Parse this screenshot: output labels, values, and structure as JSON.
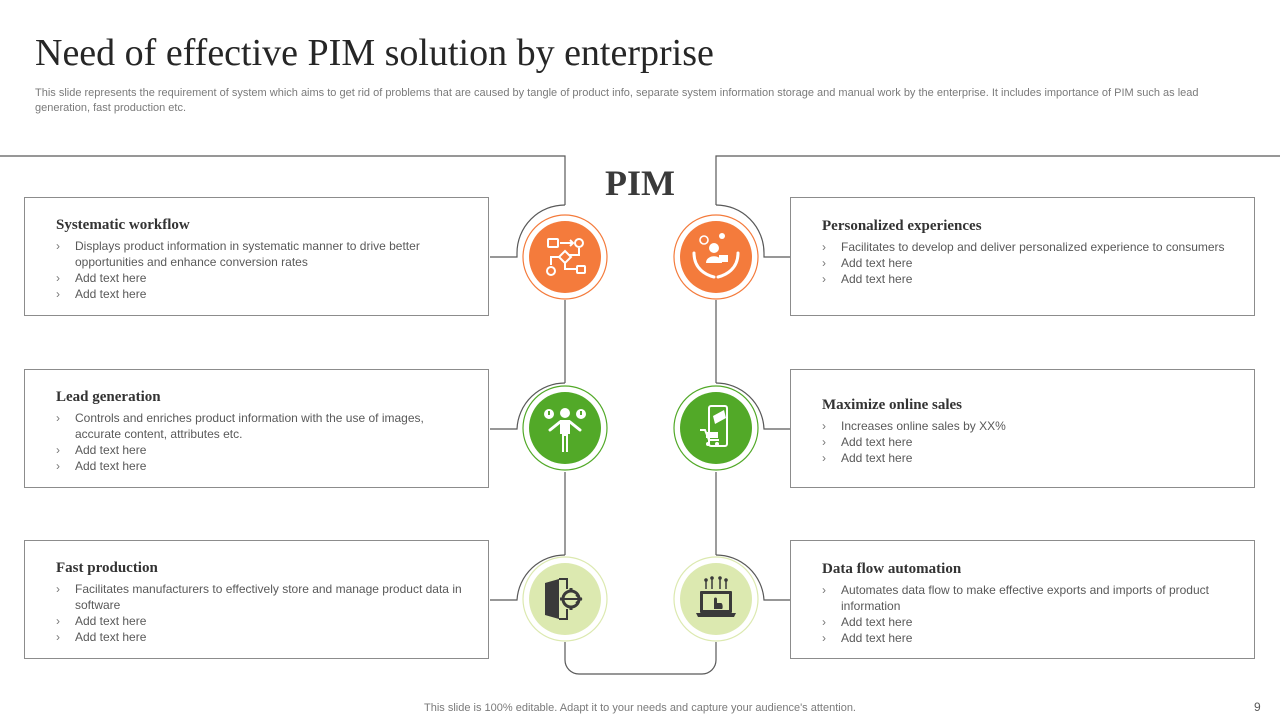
{
  "slide": {
    "title": "Need of effective PIM solution by enterprise",
    "subtitle": "This slide represents the requirement of system which aims to get rid of problems that are caused by tangle of product info, separate system information storage and manual work by the enterprise. It includes importance of PIM such as lead generation, fast production etc.",
    "center_label": "PIM",
    "footer": "This slide is 100% editable. Adapt it to your needs and capture your audience's attention.",
    "page_number": "9"
  },
  "colors": {
    "orange": "#f47b3c",
    "green": "#52a928",
    "light_green": "#dce9b0",
    "line": "#595959",
    "border": "#8c8c8c"
  },
  "left_cards": [
    {
      "title": "Systematic workflow",
      "bullets": [
        "Displays product information in systematic manner to drive better opportunities and enhance conversion rates",
        "Add text here",
        "Add text here"
      ],
      "icon": "workflow-icon"
    },
    {
      "title": "Lead generation",
      "bullets": [
        "Controls and enriches product information with the use of images, accurate content, attributes etc.",
        "Add text here",
        "Add text here"
      ],
      "icon": "person-idea-icon"
    },
    {
      "title": "Fast production",
      "bullets": [
        "Facilitates manufacturers to effectively store and manage product data in software",
        "Add text here",
        "Add text here"
      ],
      "icon": "door-gear-icon"
    }
  ],
  "right_cards": [
    {
      "title": "Personalized experiences",
      "bullets": [
        "Facilitates to develop and deliver personalized experience to consumers",
        "Add text here",
        "Add text here"
      ],
      "icon": "hands-person-icon"
    },
    {
      "title": "Maximize online sales",
      "bullets": [
        "Increases online sales by XX%",
        "Add text here",
        "Add text here"
      ],
      "icon": "mobile-cart-icon"
    },
    {
      "title": "Data flow automation",
      "bullets": [
        "Automates data flow to make effective exports and imports of product information",
        "Add text here",
        "Add text here"
      ],
      "icon": "laptop-click-icon"
    }
  ]
}
